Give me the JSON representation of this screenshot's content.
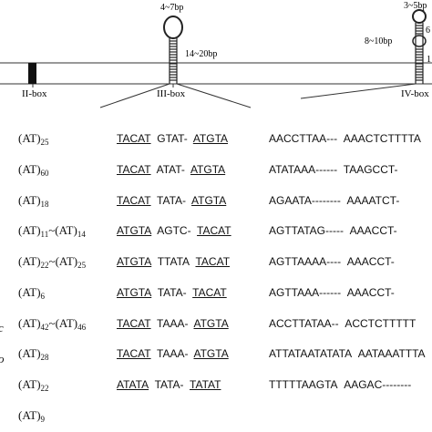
{
  "diagram": {
    "hairpin1": {
      "loop_label": "4~7bp",
      "stem_label": "14~20bp"
    },
    "hairpin2": {
      "loop_label": "3~5bp",
      "stem_label_left": "8~10bp",
      "side_label_1": "6",
      "side_label_2": "1"
    },
    "box_labels": [
      "II-box",
      "III-box",
      "IV-box"
    ]
  },
  "rows": [
    {
      "at": "(AT)",
      "at_sub": "25",
      "box3": [
        "TACAT",
        "GTAT-",
        "ATGTA"
      ],
      "box3_underline": [
        true,
        false,
        true
      ],
      "box4a": "AACCTTAA---",
      "box4b": "AAACTCTTTTA"
    },
    {
      "at": "(AT)",
      "at_sub": "60",
      "box3": [
        "TACAT",
        "ATAT-",
        "ATGTA"
      ],
      "box3_underline": [
        true,
        false,
        true
      ],
      "box4a": "ATATAAA------",
      "box4b": "TAAGCCT-"
    },
    {
      "at": "(AT)",
      "at_sub": "18",
      "box3": [
        "TACAT",
        "TATA-",
        "ATGTA"
      ],
      "box3_underline": [
        true,
        false,
        true
      ],
      "box4a": "AGAATA--------",
      "box4b": "AAAATCT-"
    },
    {
      "at": "(AT)",
      "at_sub": "11",
      "at2": "~(AT)",
      "at2_sub": "14",
      "box3": [
        "ATGTA",
        "AGTC-",
        "TACAT"
      ],
      "box3_underline": [
        true,
        false,
        true
      ],
      "box4a": "AGTTATAG-----",
      "box4b": "AAACCT-"
    },
    {
      "at": "(AT)",
      "at_sub": "22",
      "at2": "~(AT)",
      "at2_sub": "25",
      "box3": [
        "ATGTA",
        "TTATA",
        "TACAT"
      ],
      "box3_underline": [
        true,
        false,
        true
      ],
      "box4a": "AGTTAAAA----",
      "box4b": "AAACCT-"
    },
    {
      "at": "(AT)",
      "at_sub": "6",
      "box3": [
        "ATGTA",
        "TATA-",
        "TACAT"
      ],
      "box3_underline": [
        true,
        false,
        true
      ],
      "box4a": "AGTTAAA------",
      "box4b": "AAACCT-"
    },
    {
      "at": "(AT)",
      "at_sub": "42",
      "at2": "~(AT)",
      "at2_sub": "46",
      "box3": [
        "TACAT",
        "TAAA-",
        "ATGTA"
      ],
      "box3_underline": [
        true,
        false,
        true
      ],
      "box4a": "ACCTTATAA--",
      "box4b": "ACCTCTTTTT"
    },
    {
      "at": "(AT)",
      "at_sub": "28",
      "box3": [
        "TACAT",
        "TAAA-",
        "ATGTA"
      ],
      "box3_underline": [
        true,
        false,
        true
      ],
      "box4a": "ATTATAATATATA",
      "box4b": "AATAAATTTA"
    },
    {
      "at": "(AT)",
      "at_sub": "22",
      "box3": [
        "ATATA",
        "TATA-",
        "TATAT"
      ],
      "box3_underline": [
        true,
        false,
        true
      ],
      "box4a": "TTTTTAAGTA",
      "box4b": "AAGAC--------"
    },
    {
      "at": "(AT)",
      "at_sub": "9"
    }
  ],
  "left_edge_marks": [
    "c",
    "o"
  ]
}
